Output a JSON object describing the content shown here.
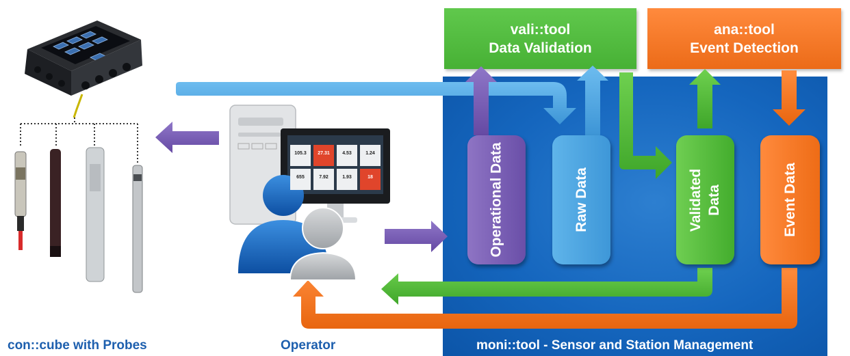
{
  "tools": {
    "vali": {
      "line1": "vali::tool",
      "line2": "Data Validation"
    },
    "ana": {
      "line1": "ana::tool",
      "line2": "Event Detection"
    }
  },
  "data_pills": {
    "operational": "Operational Data",
    "raw": "Raw Data",
    "validated_line1": "Validated",
    "validated_line2": "Data",
    "event": "Event Data"
  },
  "captions": {
    "concube": "con::cube with Probes",
    "operator": "Operator",
    "moni": "moni::tool - Sensor and Station Management"
  },
  "monitor_tiles": [
    "105.3",
    "27.31",
    "4.53",
    "1.24",
    "655",
    "7.92",
    "1.93",
    "18"
  ],
  "colors": {
    "panel_blue": "#1566be",
    "green": "#4bb539",
    "orange": "#f07022",
    "purple": "#7457b0",
    "light_blue": "#3f9ad8",
    "caption_blue": "#1d5fae"
  },
  "icons": {
    "controller": "con-cube-controller-icon",
    "operator": "operator-people-icon",
    "workstation": "computer-workstation-icon"
  }
}
